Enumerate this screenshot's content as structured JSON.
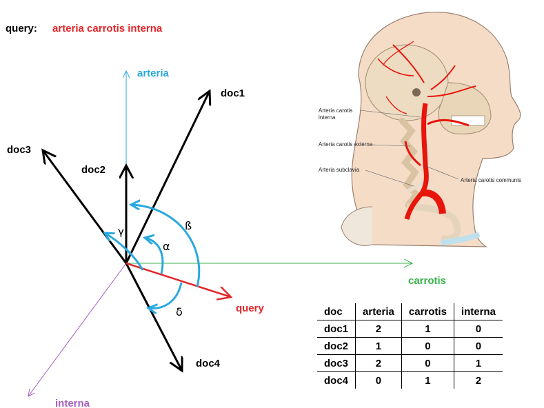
{
  "query": {
    "label": "query:",
    "text": "arteria carrotis interna"
  },
  "axes": {
    "arteria": "arteria",
    "carrotis": "carrotis",
    "interna": "interna"
  },
  "vectors": {
    "doc1": "doc1",
    "doc2": "doc2",
    "doc3": "doc3",
    "doc4": "doc4",
    "query": "query"
  },
  "angles": {
    "beta": "ß",
    "alpha": "α",
    "gamma": "γ",
    "delta": "δ"
  },
  "colors": {
    "arteria_axis": "#29a8e0",
    "carrotis_axis": "#37b34a",
    "interna_axis": "#a55fc0",
    "query": "#e3262a",
    "doc": "#000000",
    "angle_arc": "#29a8e0"
  },
  "table": {
    "headers": [
      "doc",
      "arteria",
      "carrotis",
      "interna"
    ],
    "rows": [
      [
        "doc1",
        "2",
        "1",
        "0"
      ],
      [
        "doc2",
        "1",
        "0",
        "0"
      ],
      [
        "doc3",
        "2",
        "0",
        "1"
      ],
      [
        "doc4",
        "0",
        "1",
        "2"
      ]
    ]
  },
  "anatomy": {
    "labels": [
      "Arteria carotis interna",
      "Arteria carotis externa",
      "Arteria subclavia",
      "Arteria carotis communis"
    ],
    "label_interna_line1": "Arteria carotis",
    "label_interna_line2": "interna",
    "label_externa": "Arteria carotis externa",
    "label_subclavia": "Arteria subclavia",
    "label_communis": "Arteria carotis communis"
  }
}
